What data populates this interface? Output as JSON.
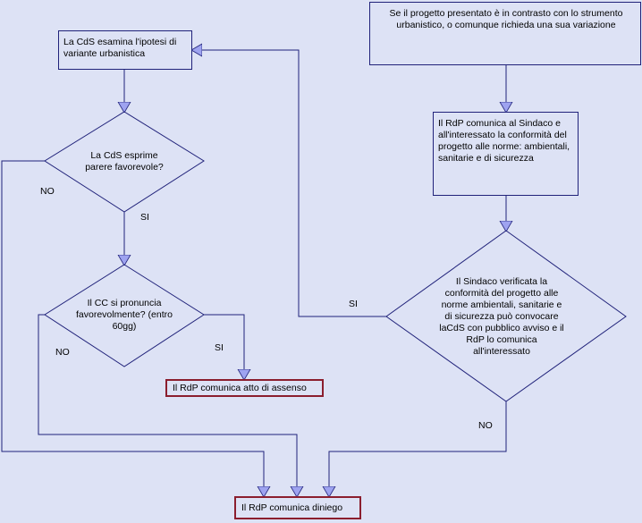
{
  "nodes": {
    "project_contrast": "Se il progetto presentato è in contrasto con lo strumento urbanistico, o comunque richieda una sua variazione",
    "rdp_communicates": "Il RdP  comunica al Sindaco e all'interessato  la conformità del progetto  alle norme: ambientali, sanitarie e di sicurezza",
    "sindaco_verified": "Il Sindaco verificata la conformità del progetto alle norme ambientali, sanitarie e di sicurezza può convocare laCdS con pubblico avviso e il RdP lo comunica all'interessato",
    "cds_examines": "La CdS esamina l'ipotesi di variante urbanistica",
    "cds_favorable": "La CdS esprime parere favorevole?",
    "cc_favorable": "Il CC si pronuncia favorevolmente? (entro 60gg)",
    "assent": "Il RdP comunica atto di assenso",
    "denial": "Il RdP comunica diniego"
  },
  "edge_labels": {
    "si_sindaco": "SI",
    "no_sindaco": "NO",
    "no_cds": "NO",
    "si_cds": "SI",
    "no_cc": "NO",
    "si_cc": "SI"
  },
  "colors": {
    "background": "#dde2f5",
    "line": "#20227a",
    "arrowhead": "#9ea3f0",
    "terminal_border": "#8b1e2e"
  }
}
